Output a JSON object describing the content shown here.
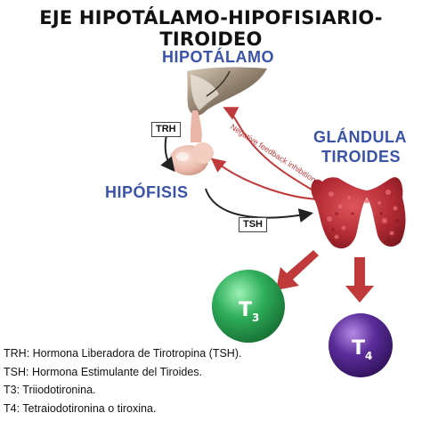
{
  "title": "EJE HIPOTÁLAMO-HIPOFISIARIO-TIROIDEO",
  "labels": {
    "hipotalamo": "HIPOTÁLAMO",
    "glandula_line1": "GLÁNDULA",
    "glandula_line2": "TIROIDES",
    "hipofisis": "HIPÓFISIS",
    "trh": "TRH",
    "tsh": "TSH",
    "negative_feedback": "Negative feedback inhibition"
  },
  "hormones": {
    "t3": {
      "letter": "T",
      "sub": "3"
    },
    "t4": {
      "letter": "T",
      "sub": "4"
    }
  },
  "legend": [
    "TRH: Hormona Liberadora de Tirotropina (TSH).",
    "TSH: Hormona Estimulante del Tiroides.",
    "T3: Triiodotironina.",
    "T4: Tetraiodotironina o tiroxina."
  ],
  "colors": {
    "label_blue": "#3a53a8",
    "feedback_red": "#c0393b",
    "t3_green": "#2fae5a",
    "t4_purple": "#5b2d9a",
    "thyroid_red": "#b22a33"
  }
}
